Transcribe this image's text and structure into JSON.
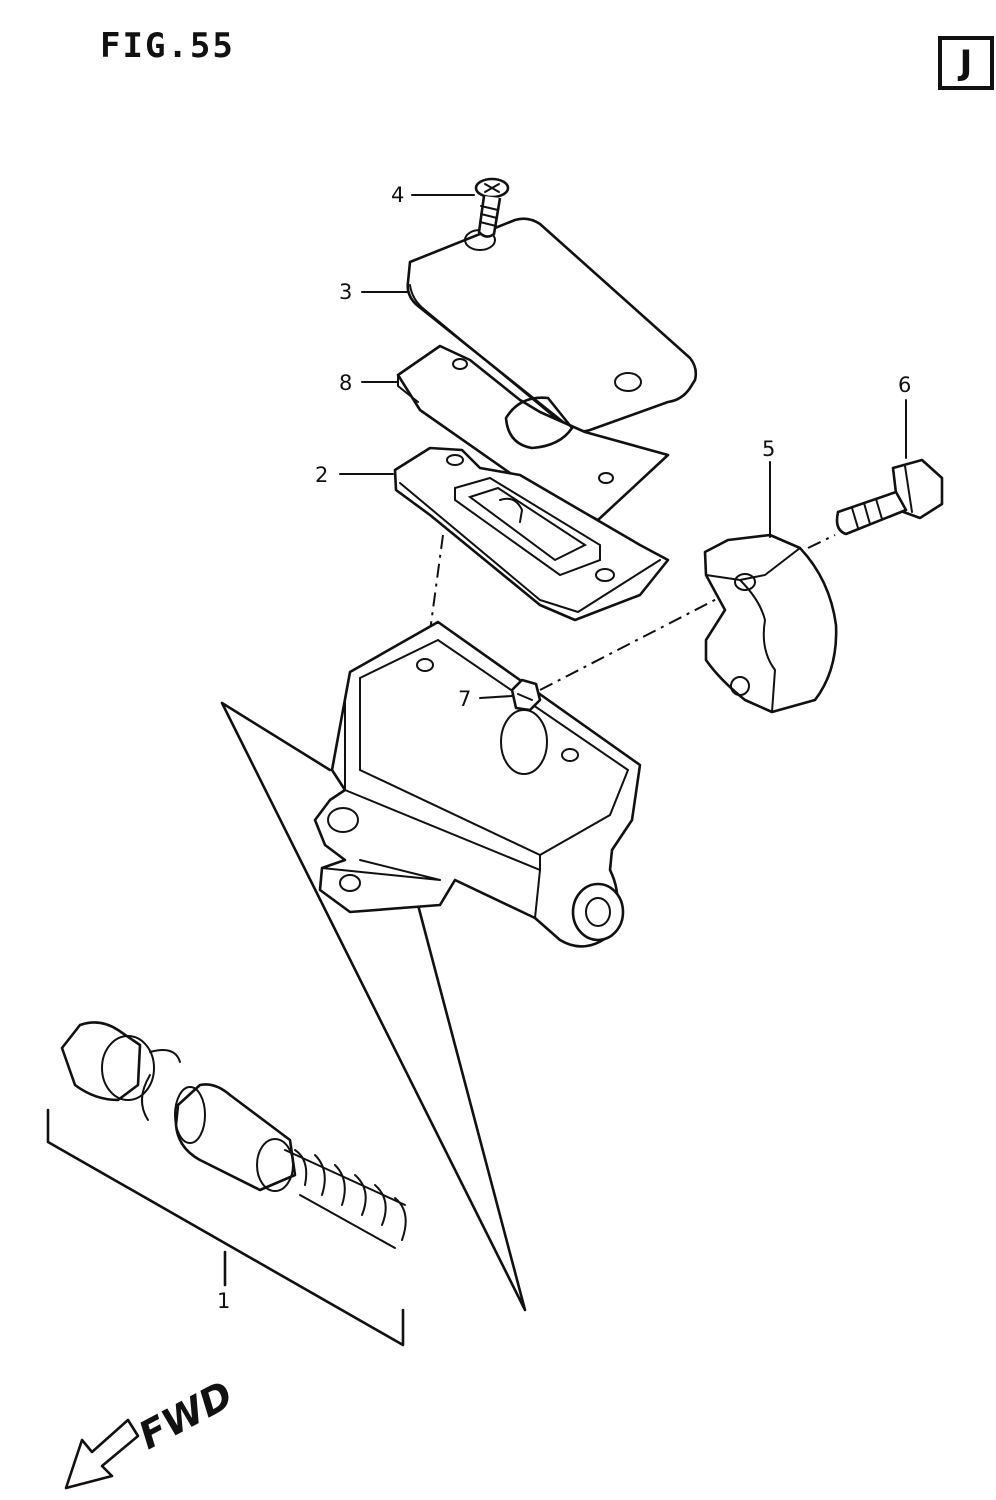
{
  "figure": {
    "title": "FIG.55",
    "section": "J"
  },
  "callouts": [
    {
      "id": "4",
      "label": "4"
    },
    {
      "id": "3",
      "label": "3"
    },
    {
      "id": "8",
      "label": "8"
    },
    {
      "id": "2",
      "label": "2"
    },
    {
      "id": "6",
      "label": "6"
    },
    {
      "id": "5",
      "label": "5"
    },
    {
      "id": "7",
      "label": "7"
    },
    {
      "id": "1",
      "label": "1"
    }
  ],
  "direction": {
    "label": "FWD"
  }
}
